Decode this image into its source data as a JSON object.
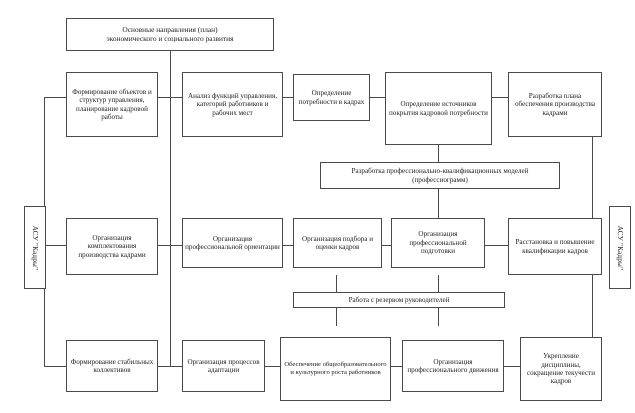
{
  "diagram": {
    "title_box": {
      "line1": "Основные направления (план)",
      "line2": "экономического и социального развития"
    },
    "side_labels": {
      "left": "АСУ \"Кадры\"",
      "right": "АСУ \"Кадры\""
    },
    "row2": [
      {
        "name": "forming-objects",
        "text": "Формирование объектов и структур управления, планирование кадровой работы"
      },
      {
        "name": "analysis-functions",
        "text": "Анализ функций управления, категорий работников и рабочих мест"
      },
      {
        "name": "need-determination",
        "text": "Определение потребности в кадрах"
      },
      {
        "name": "sources-determination",
        "text": "Определение источников покрытия кадровой потребности"
      },
      {
        "name": "plan-development",
        "text": "Разработка плана обеспечения производства кадрами"
      }
    ],
    "row3": [
      {
        "name": "professiogram-development",
        "text": "Разработка профессионально-квалификационных моделей (профессиограмм)"
      }
    ],
    "row4": [
      {
        "name": "staffing-organization",
        "text": "Организация комплектования производства кадрами"
      },
      {
        "name": "vocational-guidance",
        "text": "Организация профессиональной ориентации"
      },
      {
        "name": "selection-evaluation",
        "text": "Организация подбора и оценки кадров"
      },
      {
        "name": "vocational-training",
        "text": "Организация профессиональной подготовки"
      },
      {
        "name": "placement-upgrading",
        "text": "Расстановка и повышение квалификации кадров"
      }
    ],
    "row5": [
      {
        "name": "leader-reserve",
        "text": "Работа с резервом руководителей"
      }
    ],
    "row6": [
      {
        "name": "stable-teams",
        "text": "Формирование стабильных коллективов"
      },
      {
        "name": "adaptation-processes",
        "text": "Организация процессов адаптации"
      },
      {
        "name": "education-culture-growth",
        "text": "Обеспечение общеобразовательного и культурного роста работников"
      },
      {
        "name": "professional-movement",
        "text": "Организация профессионального движения"
      },
      {
        "name": "discipline-turnover",
        "text": "Укрепление дисциплины, сокращение текучести кадров"
      }
    ],
    "caption": "",
    "colors": {
      "line": "#4a4a4a",
      "background": "#ffffff",
      "text": "#1a1a1a"
    }
  }
}
